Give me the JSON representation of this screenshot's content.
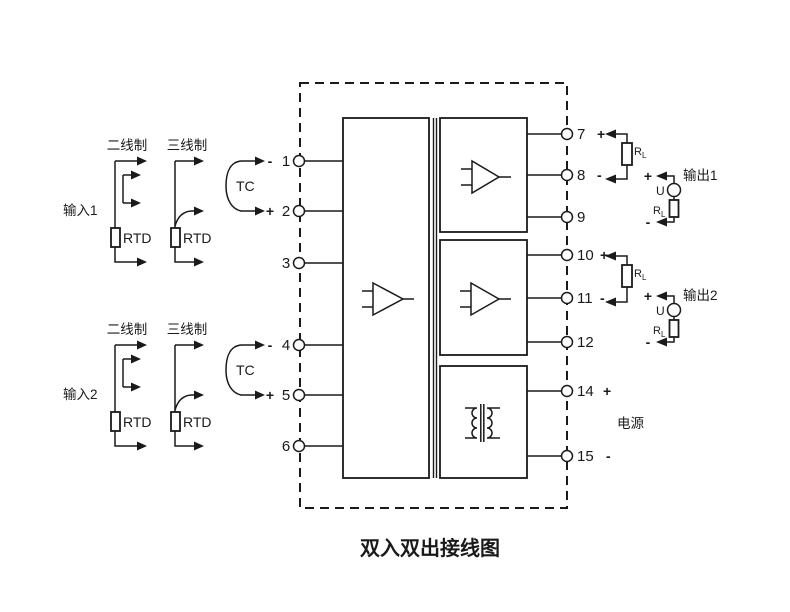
{
  "title": "双入双出接线图",
  "inputs": [
    {
      "label": "输入1",
      "two_wire": "二线制",
      "three_wire": "三线制",
      "rtd_2w": "RTD",
      "rtd_3w": "RTD",
      "tc": "TC",
      "minus": "-",
      "plus": "+"
    },
    {
      "label": "输入2",
      "two_wire": "二线制",
      "three_wire": "三线制",
      "rtd_2w": "RTD",
      "rtd_3w": "RTD",
      "tc": "TC",
      "minus": "-",
      "plus": "+"
    }
  ],
  "terminals_left": [
    "1",
    "2",
    "3",
    "4",
    "5",
    "6"
  ],
  "terminals_right": [
    {
      "num": "7",
      "sign": "+"
    },
    {
      "num": "8",
      "sign": "-"
    },
    {
      "num": "9",
      "sign": ""
    },
    {
      "num": "10",
      "sign": "+"
    },
    {
      "num": "11",
      "sign": "-"
    },
    {
      "num": "12",
      "sign": ""
    },
    {
      "num": "14",
      "sign": "+"
    },
    {
      "num": "15",
      "sign": "-"
    }
  ],
  "load": {
    "r": "R",
    "sub": "L"
  },
  "outputs": [
    {
      "label": "输出1",
      "plus": "+",
      "minus": "-",
      "u": "U"
    },
    {
      "label": "输出2",
      "plus": "+",
      "minus": "-",
      "u": "U"
    }
  ],
  "power": {
    "label": "电源"
  },
  "colors": {
    "line": "#1a1a1a",
    "background": "#ffffff"
  }
}
